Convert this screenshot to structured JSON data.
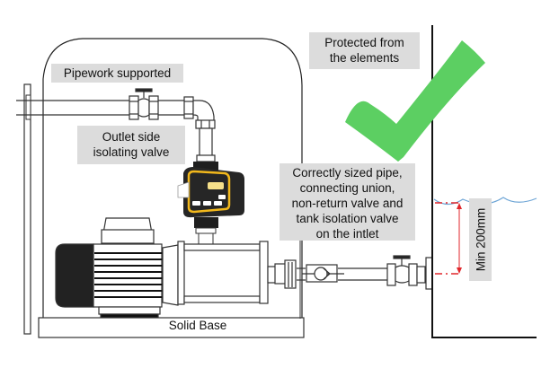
{
  "diagram": {
    "title": "Pump installation best practice",
    "labels": {
      "pipework_supported": "Pipework supported",
      "outlet_valve": [
        "Outlet side",
        "isolating valve"
      ],
      "protected": [
        "Protected from",
        "the elements"
      ],
      "inlet": [
        "Correctly sized pipe,",
        "connecting union,",
        "non-return valve and",
        "tank isolation valve",
        "on the intlet"
      ],
      "min_depth": "Min 200mm",
      "solid_base": "Solid Base"
    },
    "icons": {
      "check": "checkmark-icon",
      "controller": "pressure-controller-icon",
      "motor": "pump-motor-icon",
      "non_return_valve": "non-return-valve-icon",
      "isolation_valve": "isolation-valve-icon"
    },
    "colors": {
      "check_green": "#5ccf62",
      "controller_yellow": "#f2b81c",
      "controller_body": "#262626",
      "dimension_red": "#e0262b",
      "water_blue": "#6fa6d6",
      "label_bg": "#dcdcdc"
    }
  }
}
